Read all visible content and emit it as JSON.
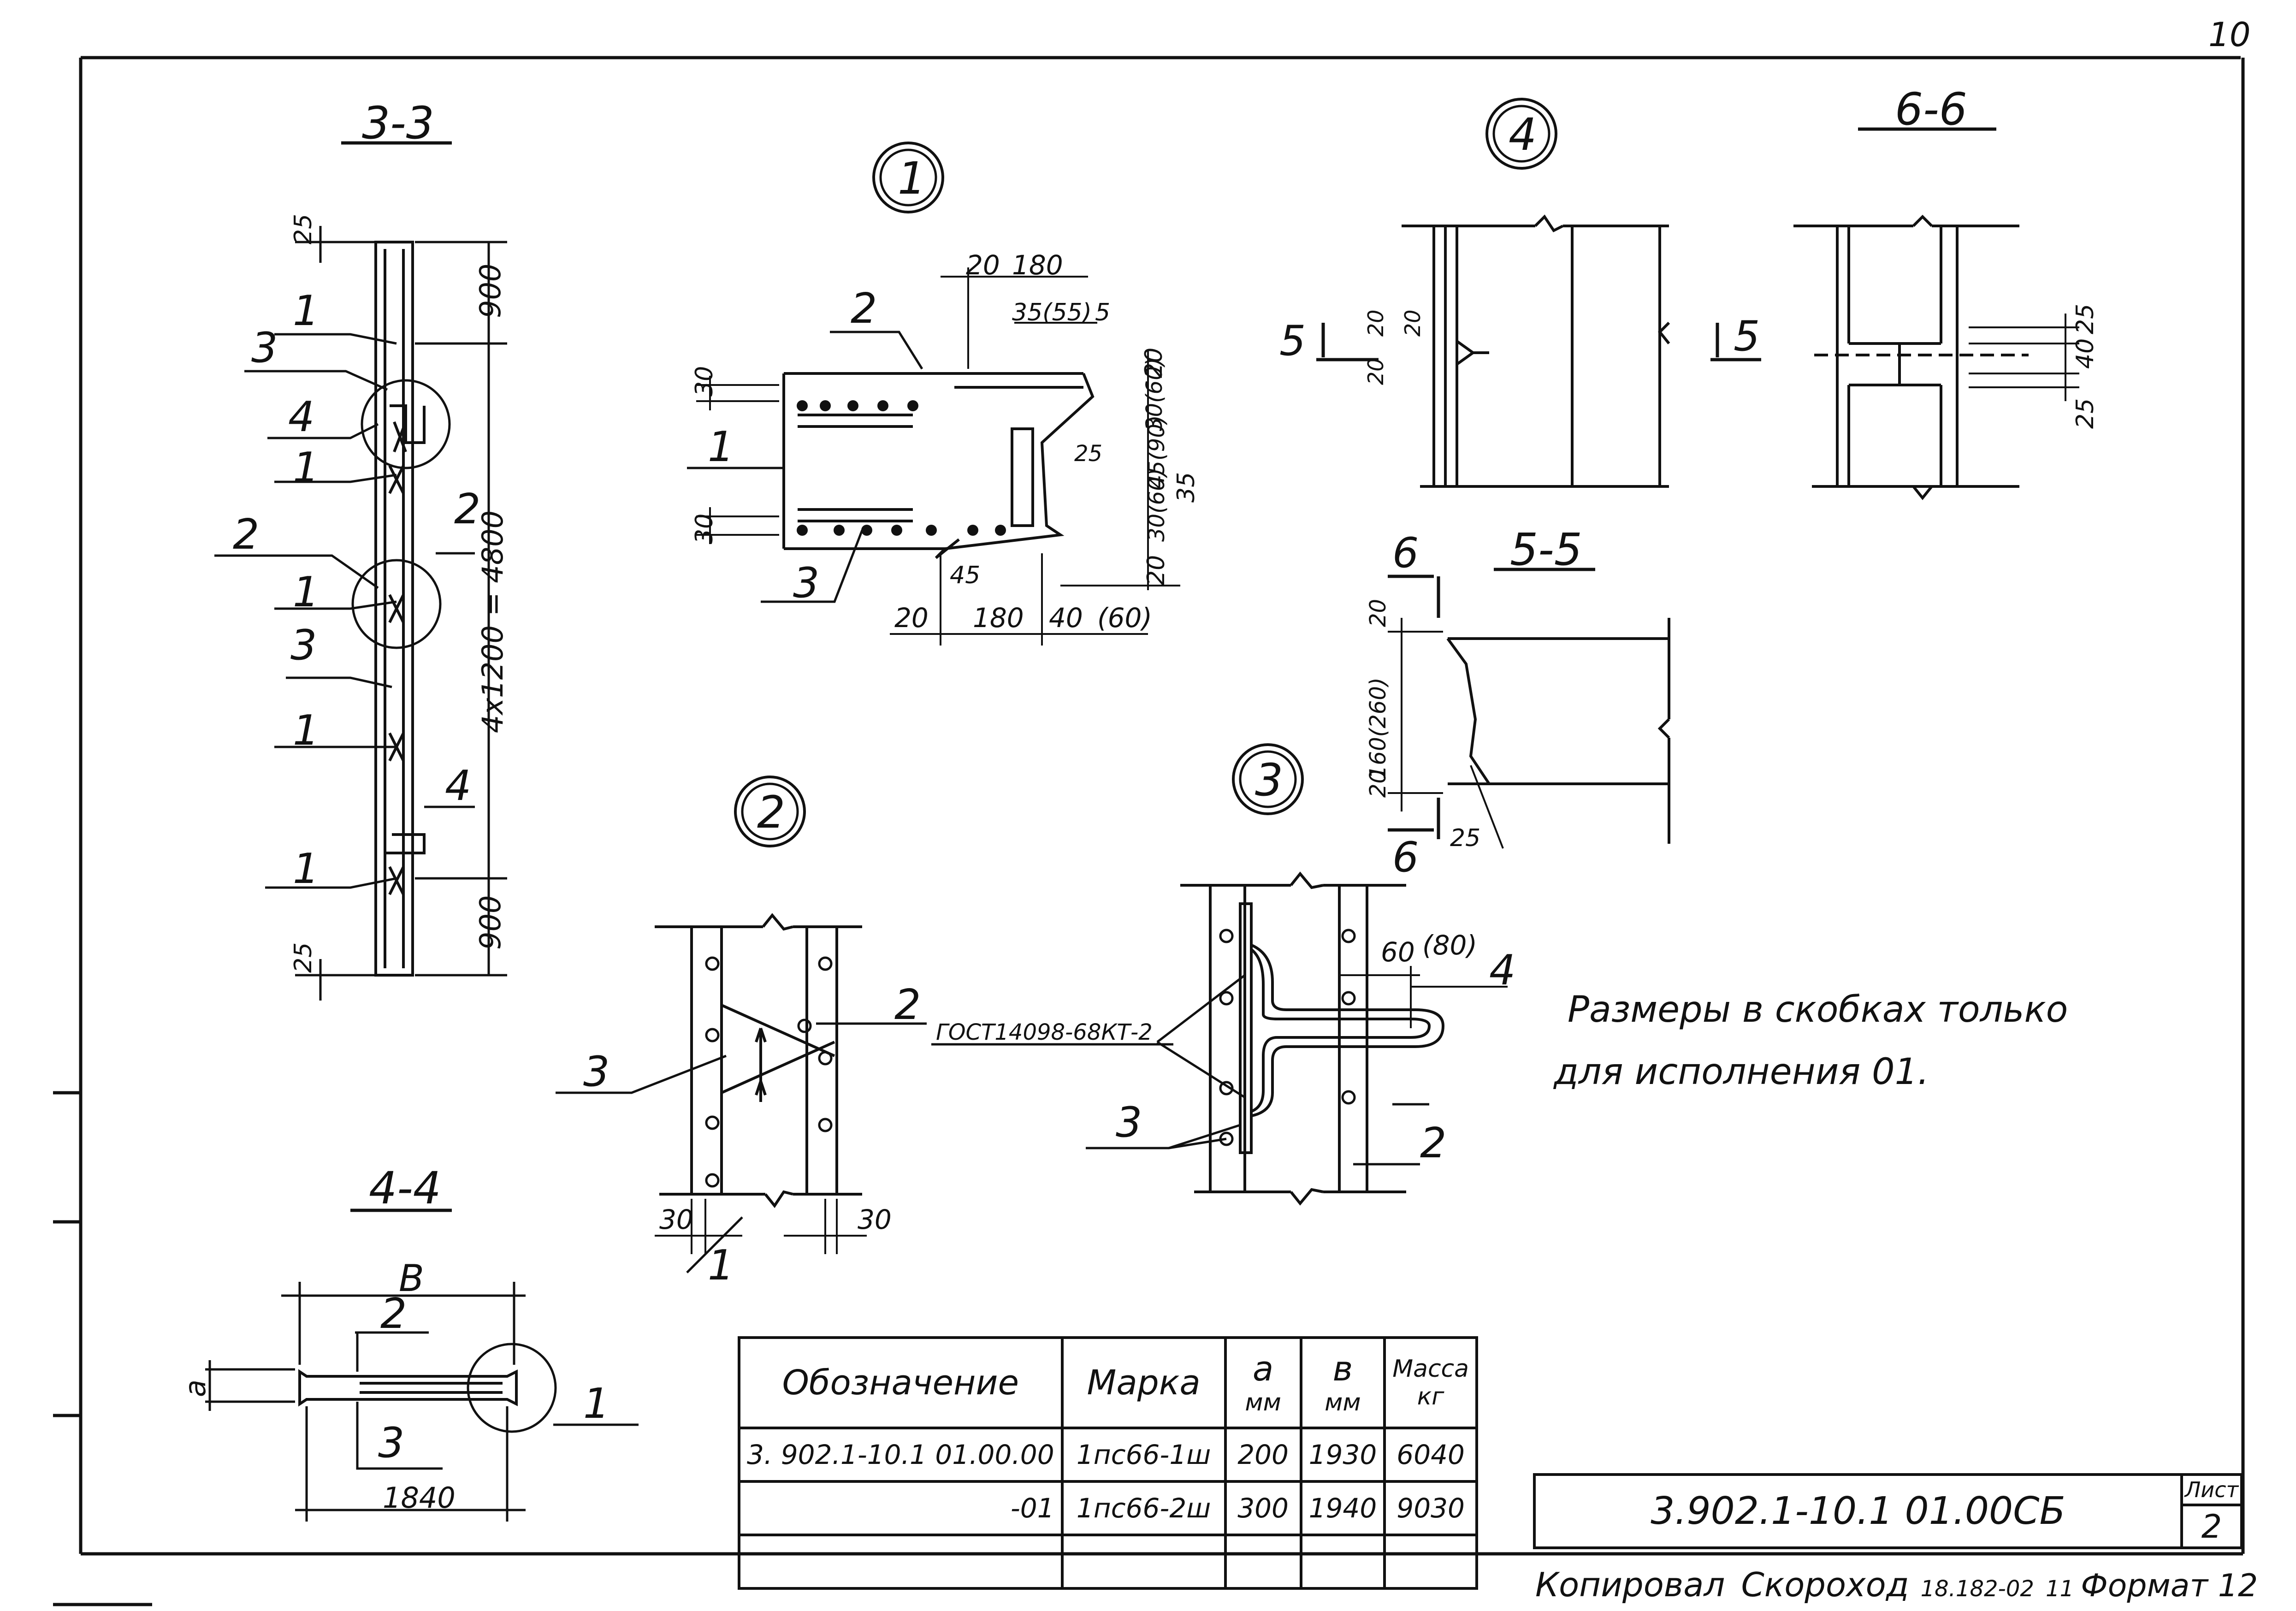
{
  "page_number": "10",
  "sections": {
    "s33": "3-3",
    "s44": "4-4",
    "s55": "5-5",
    "s66": "6-6"
  },
  "nodes": [
    "1",
    "2",
    "3",
    "4"
  ],
  "section_marks": {
    "five": "5",
    "six": "6"
  },
  "dimensions": {
    "d25": "25",
    "d900": "900",
    "d4x1200": "4x1200 = 4800",
    "d20": "20",
    "d180": "180",
    "d35_55": "35(55)",
    "d5": "5",
    "d30": "30",
    "d30_60": "30(60)",
    "d45_90": "45(90)",
    "d35": "35",
    "d45": "45",
    "d40_60": "40",
    "d60p": "(60)",
    "d40": "40",
    "d160_260": "160(260)",
    "d60_80": "60",
    "d80p": "(80)",
    "d1840": "1840",
    "da": "a",
    "dB": "B"
  },
  "leaders": {
    "gost": "ГОСТ14098-68КТ-2"
  },
  "note": {
    "line1": "Размеры в скобках  только",
    "line2": "для   исполнения 01."
  },
  "spec_table": {
    "headers": {
      "designation": "Обозначение",
      "mark": "Марка",
      "a": "a",
      "a_unit": "мм",
      "b": "в",
      "b_unit": "мм",
      "mass": "Масса",
      "mass_unit": "кг"
    },
    "rows": [
      {
        "designation": "3. 902.1-10.1 01.00.00",
        "mark": "1пс66-1ш",
        "a": "200",
        "b": "1930",
        "mass": "6040"
      },
      {
        "designation": "-01",
        "mark": "1пс66-2ш",
        "a": "300",
        "b": "1940",
        "mass": "9030"
      },
      {
        "designation": "",
        "mark": "",
        "a": "",
        "b": "",
        "mass": ""
      }
    ]
  },
  "title_block": {
    "code": "3.902.1-10.1 01.00СБ",
    "sheet_caption": "Лист",
    "sheet_number": "2"
  },
  "footer": {
    "copied_by": "Копировал",
    "name": "Скороход",
    "num": "18.182-02",
    "num2": "11",
    "format": "Формат 12"
  }
}
